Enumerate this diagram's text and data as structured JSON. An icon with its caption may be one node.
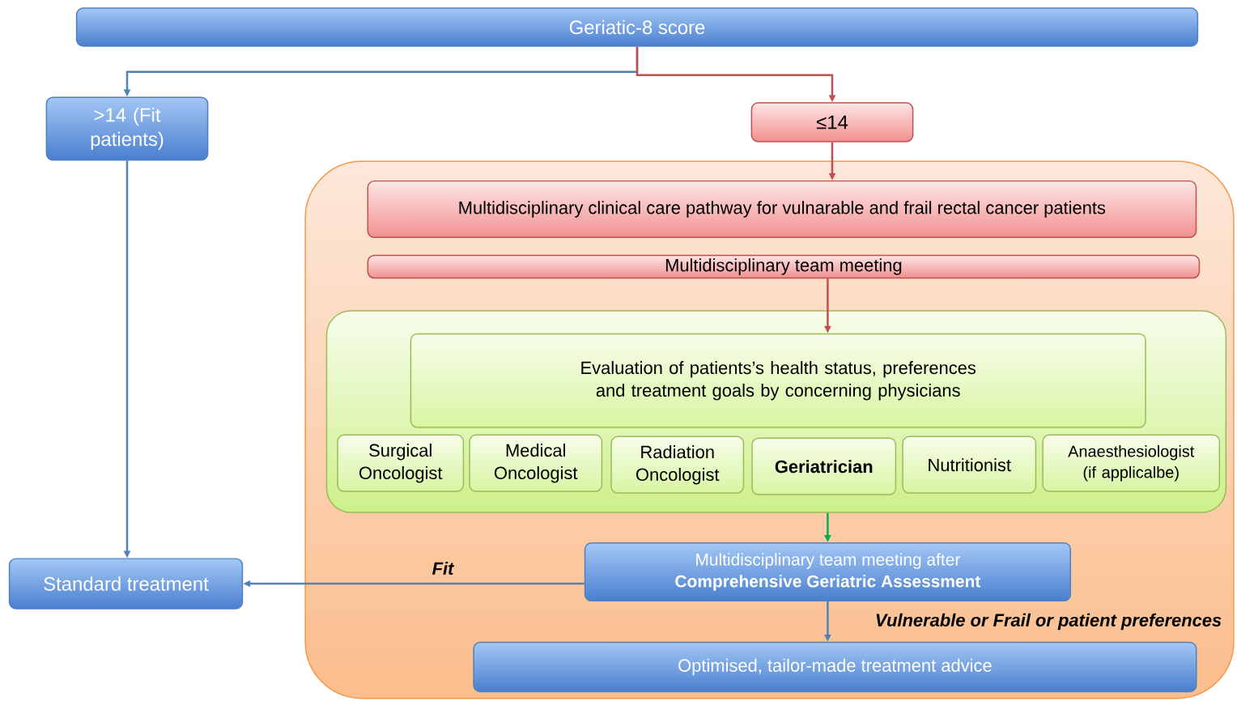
{
  "diagram": {
    "nodes": [
      {
        "text": [
          "Geriatic-8 score"
        ]
      },
      {
        "text": [
          ">14 (Fit patients)"
        ]
      },
      {
        "text": [
          "≤14"
        ]
      },
      {
        "text": [],
        "shape": "box"
      },
      {
        "text": [
          "Multidisciplinary clinical care pathway for vulnarable and frail rectal cancer patients"
        ],
        "in": 3
      },
      {
        "text": [
          "Multidisciplinary team meeting"
        ],
        "in": 3
      },
      {
        "text": [],
        "shape": "box",
        "in": 3
      },
      {
        "text": [
          "Evaluation of patients’s health status, preferences and treatment goals by concerning physicians"
        ],
        "in": 6
      },
      {
        "text": [
          "Surgical Oncologist"
        ],
        "in": 6
      },
      {
        "text": [
          "Medical Oncologist"
        ],
        "in": 6
      },
      {
        "text": [
          "Radiation Oncologist"
        ],
        "in": 6
      },
      {
        "text": [
          "Geriatrician"
        ],
        "in": 6
      },
      {
        "text": [
          "Nutritionist"
        ],
        "in": 6
      },
      {
        "text": [
          "Anaesthesiologist (if applicalbe)"
        ],
        "in": 6
      },
      {
        "text": [
          "Multidisciplinary team meeting after",
          "Comprehensive Geriatric Assessment"
        ],
        "in": 3
      },
      {
        "text": [
          "Optimised, tailor-made treatment advice"
        ],
        "in": 3
      },
      {
        "text": [
          "Standard treatment"
        ]
      }
    ],
    "edges": [
      {
        "from": 0,
        "to": 1,
        "arrow": "to"
      },
      {
        "from": 0,
        "to": 2,
        "arrow": "to",
        "color": "#c0504d"
      },
      {
        "from": 2,
        "to": 4,
        "arrow": "to",
        "color": "#c0504d"
      },
      {
        "from": 5,
        "to": 7,
        "arrow": "to",
        "color": "#c0504d"
      },
      {
        "from": 1,
        "to": 16,
        "arrow": "to"
      },
      {
        "from": 6,
        "to": 14,
        "arrow": "to",
        "color": "#00b050"
      },
      {
        "from": 14,
        "to": 16,
        "arrow": "to",
        "label": "Fit"
      },
      {
        "from": 14,
        "to": 15,
        "arrow": "to",
        "label": "Vulnerable or Frail or patient preferences"
      }
    ]
  }
}
